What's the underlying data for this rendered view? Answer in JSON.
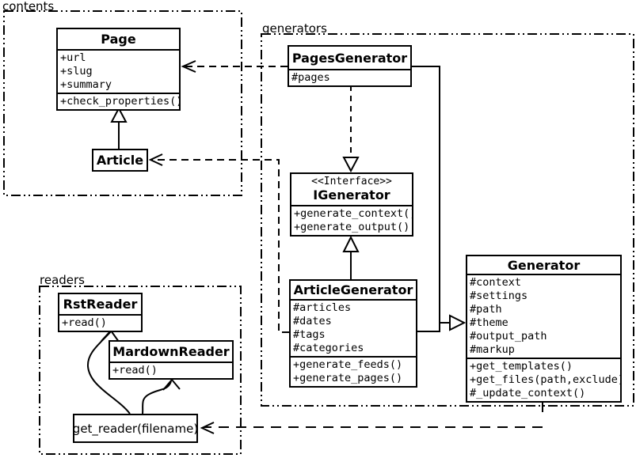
{
  "colors": {
    "line": "#000000",
    "background": "#ffffff"
  },
  "packages": [
    {
      "label": "contents"
    },
    {
      "label": "generators"
    },
    {
      "label": "readers"
    }
  ],
  "classes": {
    "page": {
      "title": "Page",
      "attributes": [
        "+url",
        "+slug",
        "+summary"
      ],
      "methods": [
        "+check_properties()"
      ]
    },
    "article": {
      "title": "Article"
    },
    "pages_generator": {
      "title": "PagesGenerator",
      "attributes": [
        "#pages"
      ]
    },
    "igenerator": {
      "stereotype": "<<Interface>>",
      "title": "IGenerator",
      "methods": [
        "+generate_context()",
        "+generate_output()"
      ]
    },
    "article_generator": {
      "title": "ArticleGenerator",
      "attributes": [
        "#articles",
        "#dates",
        "#tags",
        "#categories"
      ],
      "methods": [
        "+generate_feeds()",
        "+generate_pages()"
      ]
    },
    "generator": {
      "title": "Generator",
      "attributes": [
        "#context",
        "#settings",
        "#path",
        "#theme",
        "#output_path",
        "#markup"
      ],
      "methods": [
        "+get_templates()",
        "+get_files(path,exclude)",
        "#_update_context()"
      ]
    },
    "rst_reader": {
      "title": "RstReader",
      "methods": [
        "+read()"
      ]
    },
    "mardown_reader": {
      "title": "MardownReader",
      "methods": [
        "+read()"
      ]
    },
    "get_reader": {
      "label": "get_reader(filename)"
    }
  },
  "relationships": [
    {
      "from": "Article",
      "to": "Page",
      "type": "generalization"
    },
    {
      "from": "PagesGenerator",
      "to": "Page",
      "type": "dependency"
    },
    {
      "from": "PagesGenerator",
      "to": "IGenerator",
      "type": "realization"
    },
    {
      "from": "ArticleGenerator",
      "to": "IGenerator",
      "type": "generalization"
    },
    {
      "from": "PagesGenerator",
      "to": "Generator",
      "type": "generalization"
    },
    {
      "from": "ArticleGenerator",
      "to": "Generator",
      "type": "generalization"
    },
    {
      "from": "ArticleGenerator",
      "to": "Article",
      "type": "dependency"
    },
    {
      "from": "Generator",
      "to": "get_reader(filename)",
      "type": "dependency"
    },
    {
      "from": "get_reader(filename)",
      "to": "RstReader",
      "type": "arrow"
    },
    {
      "from": "get_reader(filename)",
      "to": "MardownReader",
      "type": "arrow"
    }
  ]
}
